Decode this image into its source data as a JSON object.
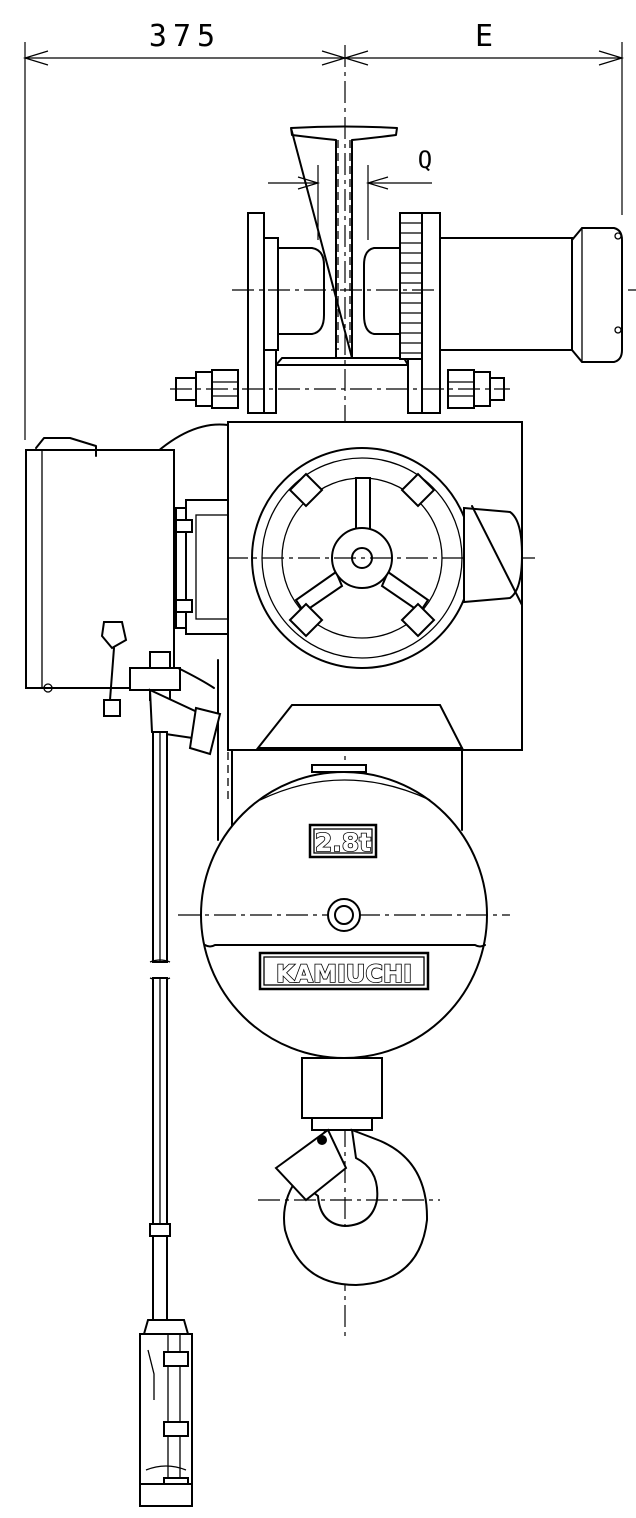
{
  "dimensions": {
    "left_width": "375",
    "right_width": "E",
    "flange_gap": "Q"
  },
  "nameplates": {
    "capacity": "2.8t",
    "brand": "KAMIUCHI"
  },
  "colors": {
    "line": "#000000",
    "background": "#ffffff"
  }
}
